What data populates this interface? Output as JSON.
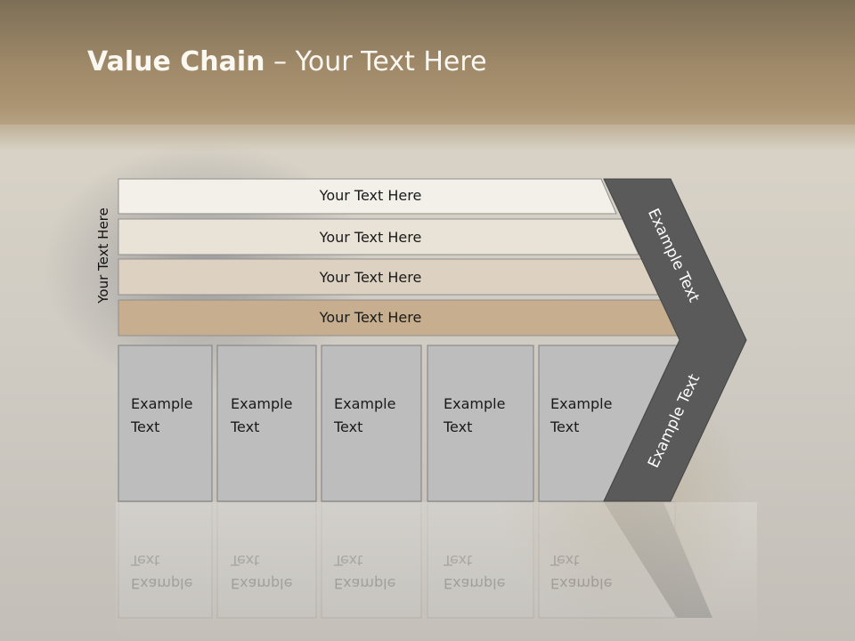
{
  "title": {
    "bold": "Value Chain",
    "rest": " – Your Text Here"
  },
  "side_label": "Your Text Here",
  "rows": [
    {
      "label": "Your Text Here",
      "color": "#f3f0ea"
    },
    {
      "label": "Your Text Here",
      "color": "#e9e2d6"
    },
    {
      "label": "Your Text Here",
      "color": "#ddd2c2"
    },
    {
      "label": "Your Text Here",
      "color": "#c6ae8e"
    }
  ],
  "columns": [
    {
      "line1": "Example",
      "line2": "Text"
    },
    {
      "line1": "Example",
      "line2": "Text"
    },
    {
      "line1": "Example",
      "line2": "Text"
    },
    {
      "line1": "Example",
      "line2": "Text"
    },
    {
      "line1": "Example",
      "line2": "Text"
    }
  ],
  "arrow": {
    "upper": "Example Text",
    "lower": "Example Text",
    "color": "#5a5a5a"
  },
  "column_color": "#bdbdbd"
}
